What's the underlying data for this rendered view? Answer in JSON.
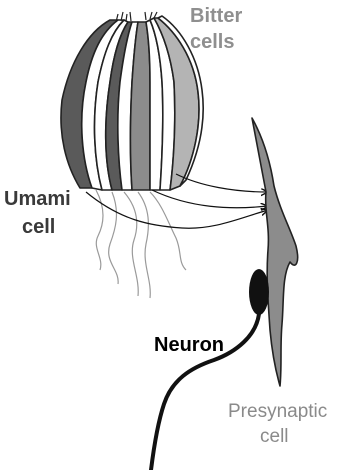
{
  "labels": {
    "bitter_line1": "Bitter",
    "bitter_line2": "cells",
    "umami_line1": "Umami",
    "umami_line2": "cell",
    "neuron": "Neuron",
    "presynaptic_line1": "Presynaptic",
    "presynaptic_line2": "cell"
  },
  "colors": {
    "bitter_text": "#8f8f8f",
    "umami_text": "#3a3a3a",
    "dark_fill": "#5a5a5a",
    "mid_fill": "#8c8c8c",
    "light_fill": "#b4b4b4",
    "outline": "#222222",
    "nerve_fiber": "#9a9a9a",
    "neuron_body": "#111111"
  }
}
